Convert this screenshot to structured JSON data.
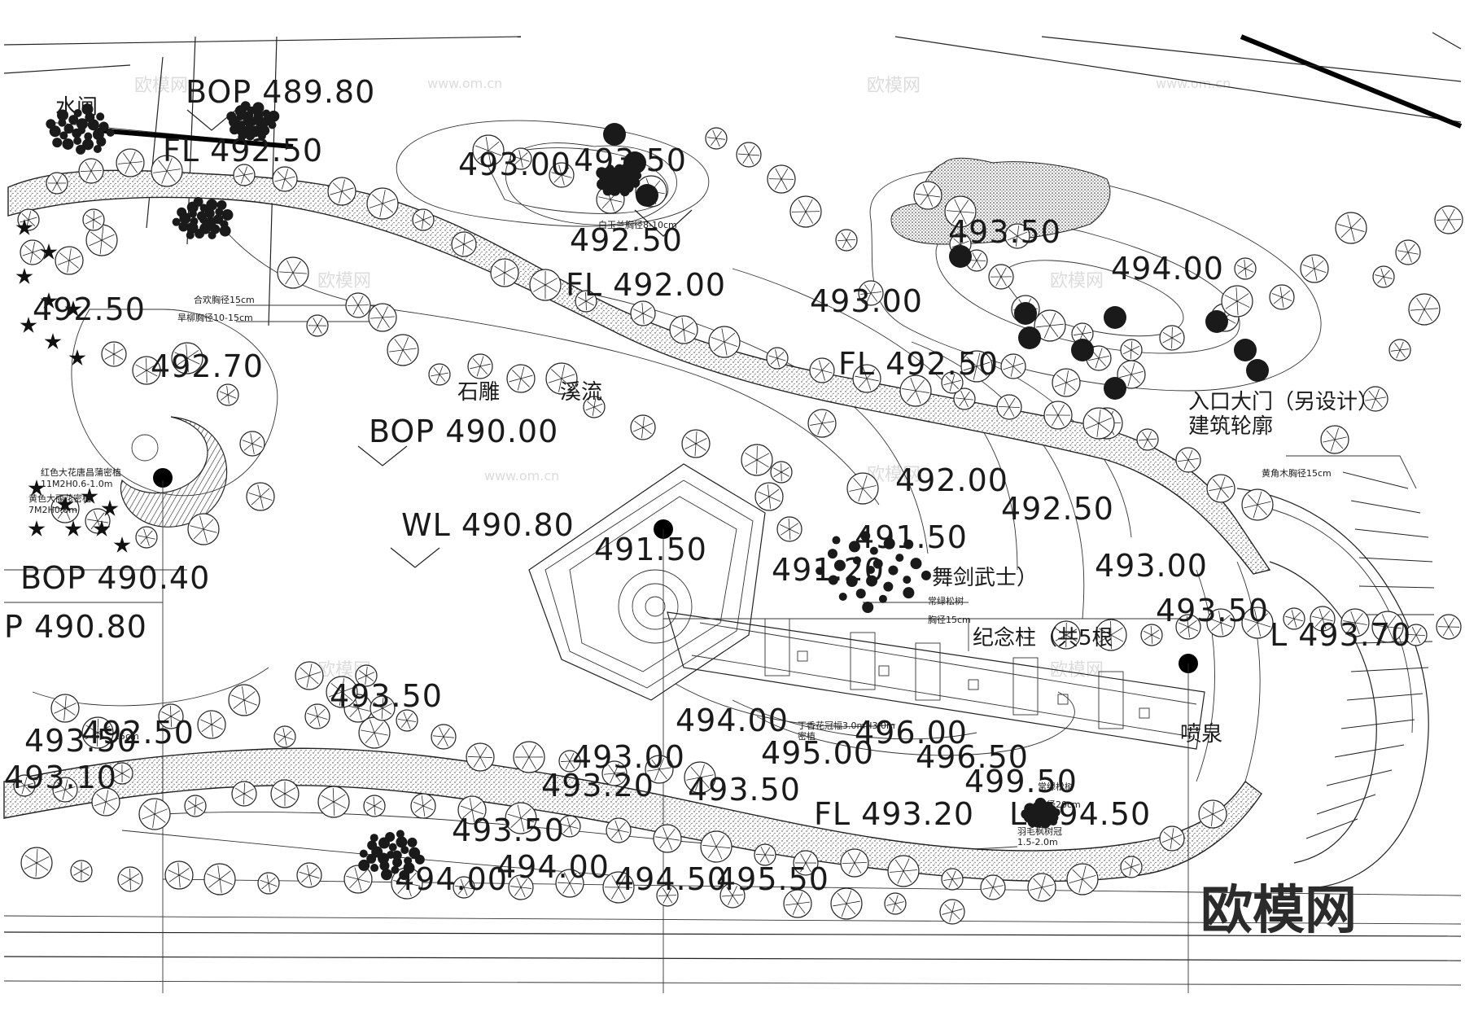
{
  "plan": {
    "elevation_labels": [
      "BOP 489.80",
      "FL 492.50",
      "493.00",
      "493.50",
      "492.50",
      "FL 492.00",
      "493.50",
      "494.00",
      "493.00",
      "FL 492.50",
      "492.50",
      "492.70",
      "BOP 490.00",
      "492.00",
      "492.50",
      "WL 490.80",
      "491.50",
      "491.50",
      "491.20",
      "493.00",
      "BOP 490.40",
      "P 490.80",
      "493.50",
      "L 493.70",
      "493.50",
      "493.50",
      "494.00",
      "493.00",
      "493.20",
      "493.50",
      "495.00",
      "496.00",
      "496.50",
      "499.50",
      "FL 493.20",
      "L 494.50",
      "493.50",
      "494.00",
      "494.00",
      "494.50",
      "495.50",
      "492.50",
      "493.10"
    ],
    "feature_labels": [
      "水闸",
      "石雕",
      "溪流",
      "入口大门（另设计）",
      "建筑轮廓",
      "舞剑武士）",
      "纪念柱（共5根",
      "喷泉"
    ],
    "plant_notes": [
      "合欢胸径15cm",
      "旱柳胸径10-15cm",
      "红色大花唐昌蒲密植",
      "11M2H0.6-1.0m",
      "黄色大丽花密植",
      "7M2H0.6m",
      "白玉兰胸径8-10cm",
      "黄角木胸径15cm",
      "常绿松树",
      "胸径15cm",
      "丁香花冠幅3.0mH3.0m",
      "密植",
      "常绿松树",
      "胸径20cm",
      "羽毛枫树冠",
      "1.5-2.0m",
      "15cm"
    ],
    "watermark_text": "欧模网",
    "watermark_url": "www.om.cn",
    "logo_text": "欧模网"
  }
}
